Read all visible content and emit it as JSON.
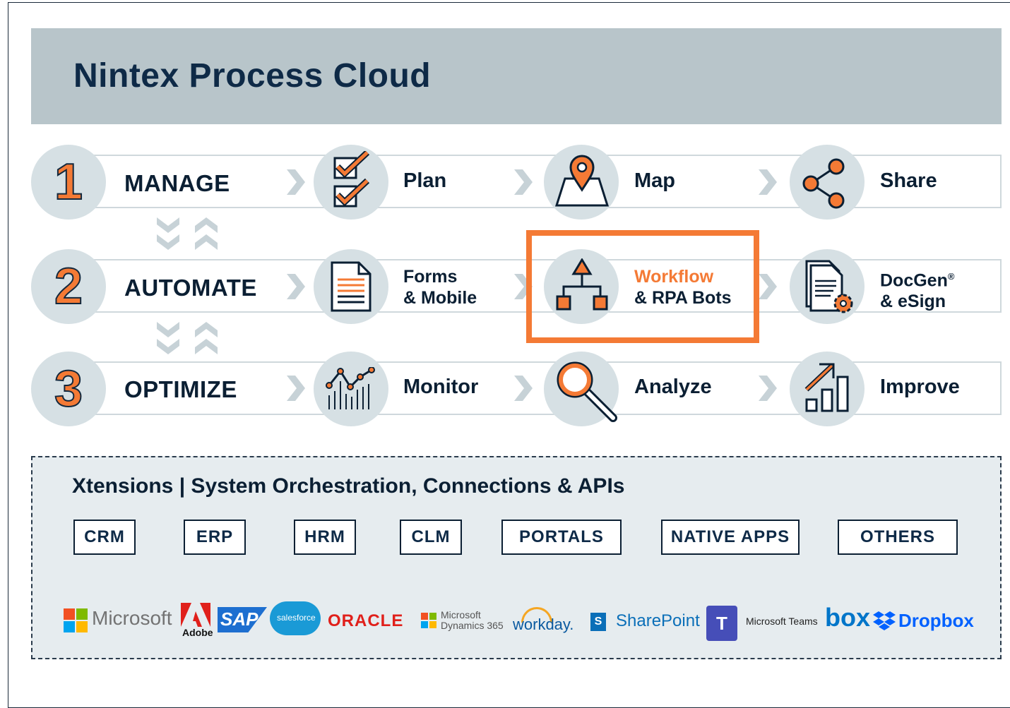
{
  "title": "Nintex Process Cloud",
  "phases": [
    {
      "num": "1",
      "name": "MANAGE"
    },
    {
      "num": "2",
      "name": "AUTOMATE"
    },
    {
      "num": "3",
      "name": "OPTIMIZE"
    }
  ],
  "steps": {
    "plan": "Plan",
    "map": "Map",
    "share": "Share",
    "forms_1": "Forms",
    "forms_2": "& Mobile",
    "workflow_1": "Workflow",
    "workflow_2": "& RPA Bots",
    "docgen_1": "DocGen",
    "docgen_reg": "®",
    "docgen_2": "& eSign",
    "monitor": "Monitor",
    "analyze": "Analyze",
    "improve": "Improve"
  },
  "xtensions": {
    "title": "Xtensions | System Orchestration, Connections & APIs",
    "tags": [
      "CRM",
      "ERP",
      "HRM",
      "CLM",
      "PORTALS",
      "NATIVE APPS",
      "OTHERS"
    ]
  },
  "logos": {
    "microsoft": "Microsoft",
    "adobe": "Adobe",
    "sap": "SAP",
    "salesforce": "salesforce",
    "oracle": "ORACLE",
    "dynamics_1": "Microsoft",
    "dynamics_2": "Dynamics 365",
    "workday": "workday.",
    "sharepoint": "SharePoint",
    "teams": "Microsoft Teams",
    "box": "box",
    "dropbox": "Dropbox"
  },
  "colors": {
    "accent": "#f47a35",
    "navy": "#0b1f33",
    "header": "#b8c5ca",
    "circle": "#d6e0e4"
  }
}
